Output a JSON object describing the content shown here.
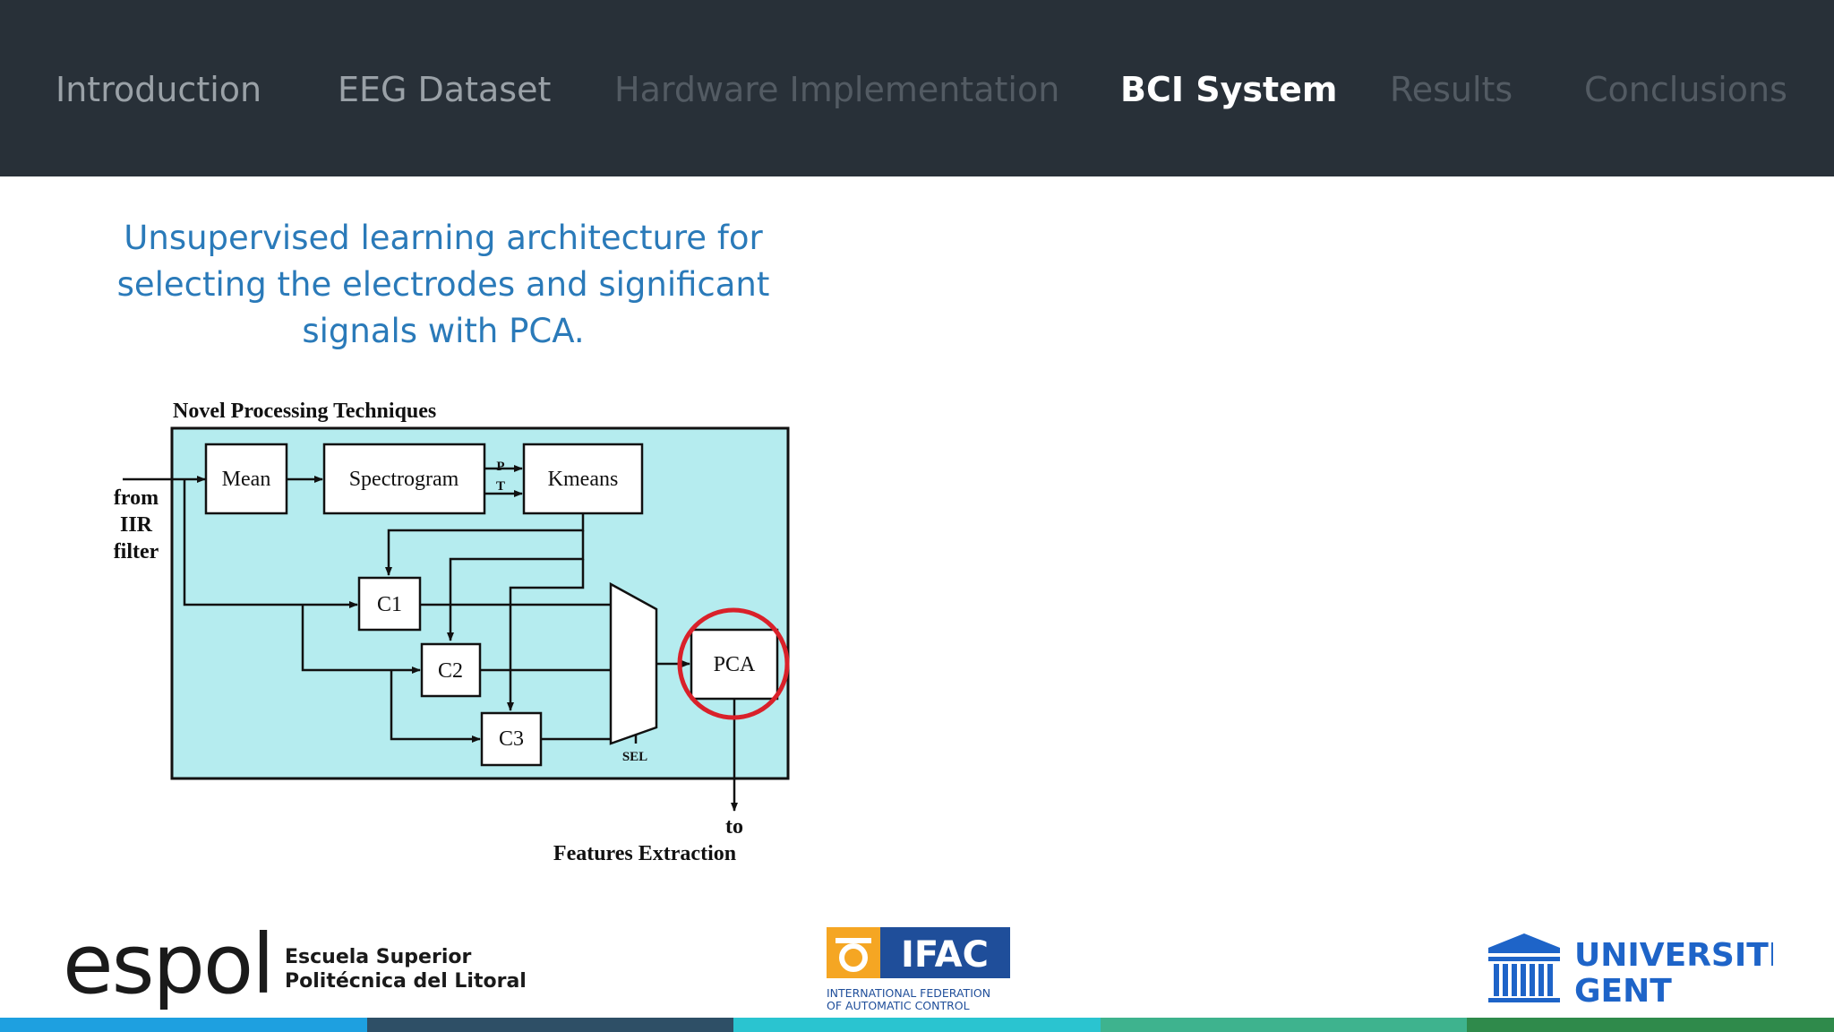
{
  "nav": {
    "items": [
      {
        "label": "Introduction"
      },
      {
        "label": "EEG Dataset"
      },
      {
        "label": "Hardware Implementation"
      },
      {
        "label": "BCI System"
      },
      {
        "label": "Results"
      },
      {
        "label": "Conclusions"
      }
    ],
    "active": "BCI System"
  },
  "slide": {
    "title_lines": [
      "Unsupervised learning architecture for",
      "selecting the electrodes and significant",
      "signals with PCA."
    ]
  },
  "diagram": {
    "heading": "Novel Processing Techniques",
    "input_lines": [
      "from",
      "IIR",
      "filter"
    ],
    "blocks": {
      "mean": "Mean",
      "spectrogram": "Spectrogram",
      "kmeans": "Kmeans",
      "c1": "C1",
      "c2": "C2",
      "c3": "C3",
      "pca": "PCA"
    },
    "signal_p": "P",
    "signal_t": "T",
    "mux_sel": "SEL",
    "output_lines": [
      "to",
      "Features Extraction"
    ]
  },
  "logos": {
    "espol": {
      "mark": "espol",
      "line1": "Escuela Superior",
      "line2": "Politécnica del Litoral"
    },
    "ifac": {
      "mark": "IFAC",
      "line1": "INTERNATIONAL FEDERATION",
      "line2": "OF AUTOMATIC CONTROL"
    },
    "ugent": {
      "line1": "UNIVERSITEIT",
      "line2": "GENT"
    }
  },
  "colors": {
    "topbar": "#283038",
    "title_blue": "#2a7ab9",
    "diagram_fill": "#b5ecef",
    "highlight_circle": "#d9212a",
    "ifac_orange": "#f5a623",
    "ifac_blue": "#1f4e9a",
    "ugent_blue": "#1e64c8",
    "footer_segments": [
      "#1ea0e0",
      "#2e4f66",
      "#2ac4d0",
      "#3eb38e",
      "#2f8a4b"
    ]
  },
  "icons": {
    "ugent": "university-building-icon",
    "ifac": "ifac-emblem-icon"
  }
}
